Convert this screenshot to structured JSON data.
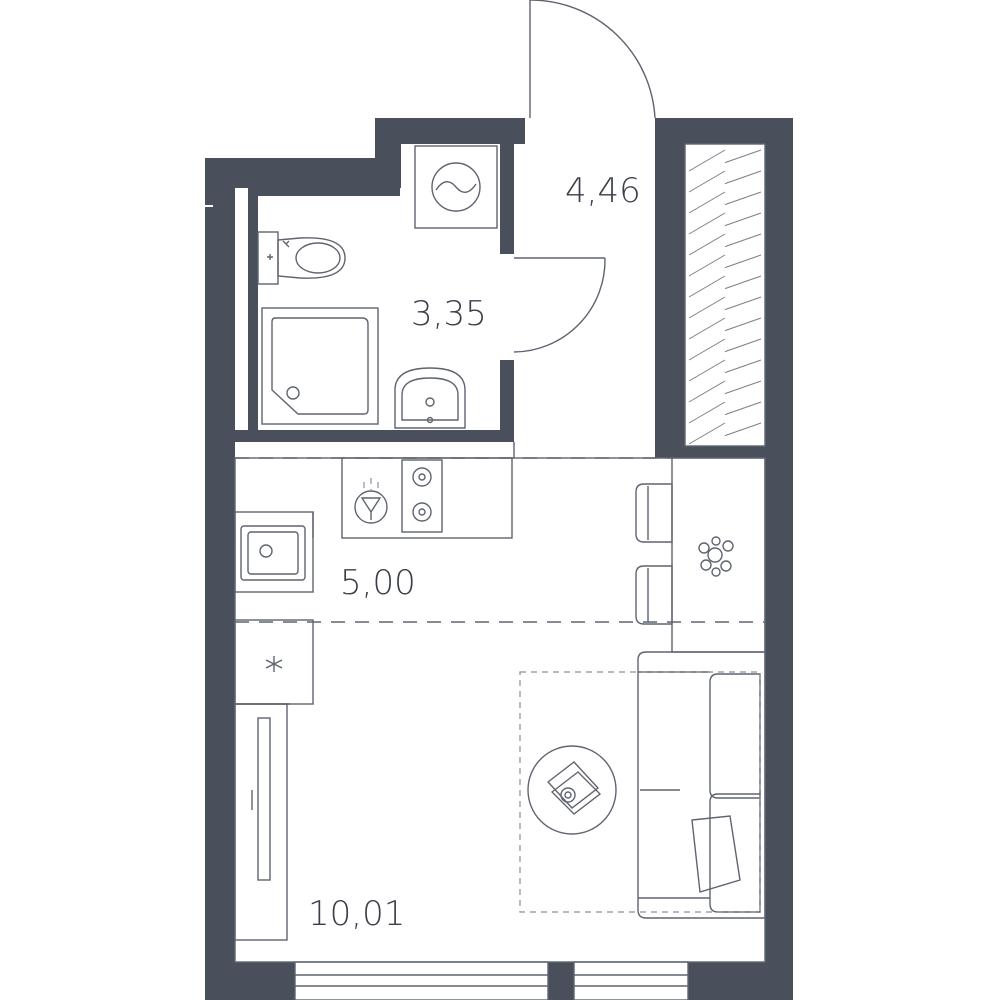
{
  "rooms": [
    {
      "id": "hallway",
      "area": "4,46"
    },
    {
      "id": "bathroom",
      "area": "3,35"
    },
    {
      "id": "kitchen",
      "area": "5,00"
    },
    {
      "id": "living",
      "area": "10,01"
    }
  ],
  "colors": {
    "wall": "#4a4f5c",
    "line": "#5f6470",
    "text": "#3a3e49"
  }
}
